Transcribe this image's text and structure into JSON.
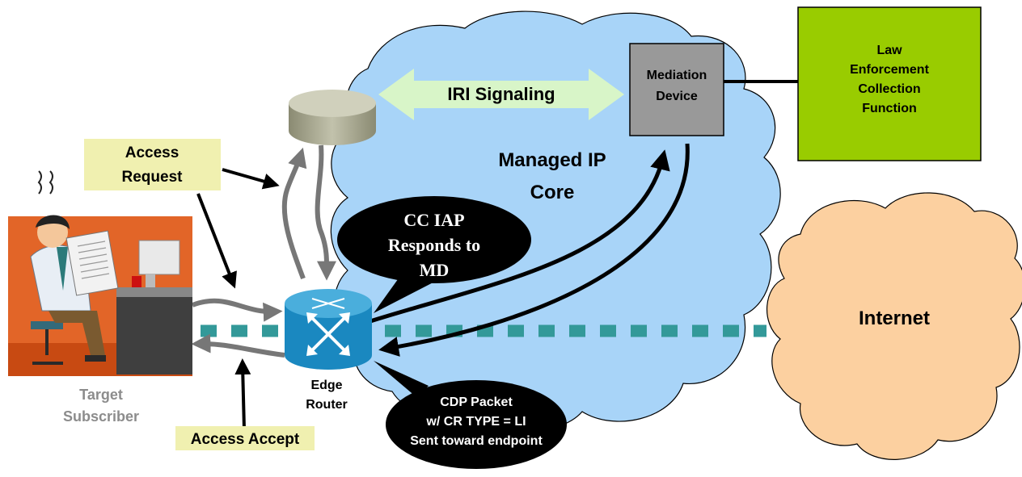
{
  "core_cloud": {
    "label_line1": "Managed IP",
    "label_line2": "Core"
  },
  "internet_cloud": {
    "label": "Internet"
  },
  "iri_signaling": {
    "label": "IRI Signaling"
  },
  "mediation_device": {
    "line1": "Mediation",
    "line2": "Device"
  },
  "law_enforcement": {
    "line1": "Law",
    "line2": "Enforcement",
    "line3": "Collection",
    "line4": "Function"
  },
  "access_request": {
    "line1": "Access",
    "line2": "Request"
  },
  "access_accept": {
    "label": "Access Accept"
  },
  "edge_router": {
    "line1": "Edge",
    "line2": "Router"
  },
  "target_subscriber": {
    "line1": "Target",
    "line2": "Subscriber"
  },
  "cc_iap_bubble": {
    "line1": "CC IAP",
    "line2": "Responds to",
    "line3": "MD"
  },
  "cdp_bubble": {
    "line1": "CDP Packet",
    "line2": "w/ CR TYPE = LI",
    "line3": "Sent toward endpoint"
  },
  "colors": {
    "core_cloud": "#a8d4f8",
    "internet_cloud": "#fcd0a0",
    "mediation_device": "#999999",
    "law_enforcement": "#99cc00",
    "label_highlight": "#f0f0b0",
    "iri_arrow": "#d8f5c8",
    "dotted_link": "#339999",
    "router": "#1a88c0"
  }
}
